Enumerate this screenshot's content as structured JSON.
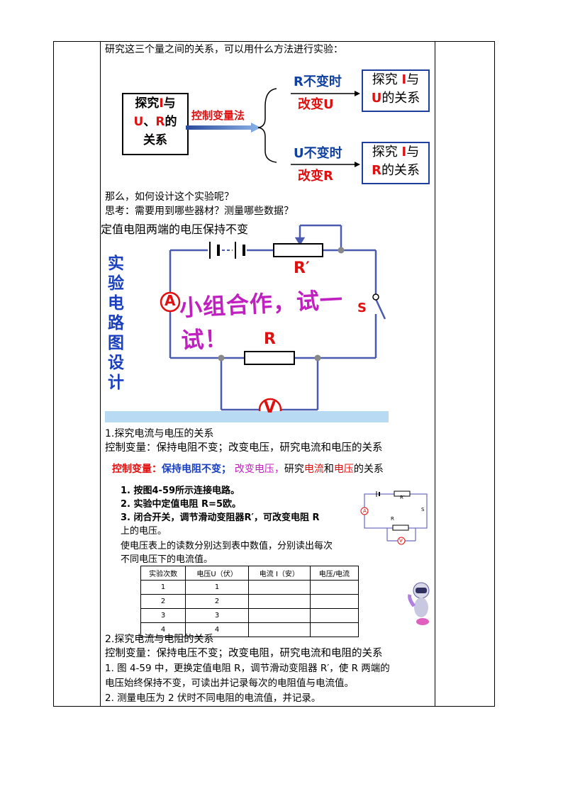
{
  "intro_line": "研究这三个量之间的关系，可以用什么方法进行实验：",
  "diagram": {
    "left_box": [
      "探究",
      "I",
      "与",
      "U",
      "、",
      "R",
      "的",
      "关系"
    ],
    "arrow_label": "控制变量法",
    "upper_cond_top": "R不变时",
    "upper_cond_bottom": "改变U",
    "upper_result": [
      "探究 ",
      "I",
      "与",
      "U",
      "的关系"
    ],
    "lower_cond_top": "U不变时",
    "lower_cond_bottom": "改变R",
    "lower_result": [
      "探究 ",
      "I",
      "与",
      "R",
      "的关系"
    ]
  },
  "q1": "那么，如何设计这个实验呢？",
  "q2": "思考：需要用到哪些器材？测量哪些数据？",
  "circuit": {
    "header": "定值电阻两端的电压保持不变",
    "side_title": "实验电路图设计",
    "r_prime": "R′",
    "r": "R",
    "ammeter": "A",
    "voltmeter": "V",
    "switch": "S",
    "overlay": "小组合作，试一试！"
  },
  "section1": {
    "title": "1.探究电流与电压的关系",
    "control": "控制变量：保持电阻不变；改变电压，研究电流和电压的关系"
  },
  "slide2": {
    "control_prefix": "控制变量：",
    "control_a": "保持电阻不变；",
    "control_b": "改变电压，",
    "control_c": "研究",
    "control_d": "电流",
    "control_e": "和",
    "control_f": "电压",
    "control_g": "的关系",
    "steps": [
      "1. 按图4-59所示连接电路。",
      "2. 实验中定值电阻 R=5欧。",
      "3. 闭合开关，调节滑动变阻器R′，可改变电阻 R",
      "上的电压。",
      "使电压表上的读数分别达到表中数值，分别读出每次",
      "不同电压下的电流值。"
    ],
    "table_headers": [
      "实验次数",
      "电压U（伏）",
      "电流 I（安）",
      "电压/电流"
    ],
    "table_rows": [
      [
        "1",
        "1",
        "",
        ""
      ],
      [
        "2",
        "2",
        "",
        ""
      ],
      [
        "3",
        "3",
        "",
        ""
      ],
      [
        "4",
        "4",
        "",
        ""
      ]
    ],
    "mini": {
      "r_prime": "R′",
      "r": "R",
      "a": "A",
      "v": "V",
      "s": "S"
    }
  },
  "section2": {
    "title": "2.探究电流与电阻的关系",
    "control": "控制变量：保持电压不变；改变电阻，研究电流和电阻的关系",
    "line1": "1. 图 4-59 中，更换定值电阻 R，调节滑动变阻器 R′，使 R 两端的",
    "line2": "电压始终保持不变，可读出并记录每次的电阻值与电流值。",
    "line3": "2. 测量电压为 2 伏时不同电阻的电流值，并记录。"
  },
  "colors": {
    "red": "#e01010",
    "blue": "#1040a0",
    "magenta": "#c020c0"
  }
}
